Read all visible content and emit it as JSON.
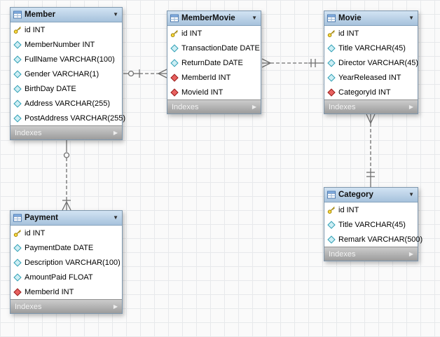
{
  "diagram": {
    "ui": {
      "collapse_arrow": "▼",
      "expand_arrow": "▶"
    },
    "colors": {
      "table_header": "#b6cfe6",
      "indexes_bar": "#a8a8a8",
      "primary_key": "#f3d22b",
      "column_diamond": "#bfe7ee",
      "foreign_key_diamond": "#e2605e",
      "relationship_line": "#6f6f6f",
      "grid_line": "#e7e9eb",
      "canvas_bg": "#fafafa"
    },
    "tables": [
      {
        "name": "Member",
        "footer": "Indexes",
        "fields": [
          {
            "label": "id INT",
            "icon": "primary-key-icon"
          },
          {
            "label": "MemberNumber INT",
            "icon": "column-icon"
          },
          {
            "label": "FullName VARCHAR(100)",
            "icon": "column-icon"
          },
          {
            "label": "Gender VARCHAR(1)",
            "icon": "column-icon"
          },
          {
            "label": "BirthDay DATE",
            "icon": "column-icon"
          },
          {
            "label": "Address VARCHAR(255)",
            "icon": "column-icon"
          },
          {
            "label": "PostAddress VARCHAR(255)",
            "icon": "column-icon"
          }
        ]
      },
      {
        "name": "MemberMovie",
        "footer": "Indexes",
        "fields": [
          {
            "label": "id INT",
            "icon": "primary-key-icon"
          },
          {
            "label": "TransactionDate DATE",
            "icon": "column-icon"
          },
          {
            "label": "ReturnDate DATE",
            "icon": "column-icon"
          },
          {
            "label": "MemberId INT",
            "icon": "foreign-key-icon"
          },
          {
            "label": "MovieId INT",
            "icon": "foreign-key-icon"
          }
        ]
      },
      {
        "name": "Movie",
        "footer": "Indexes",
        "fields": [
          {
            "label": "id INT",
            "icon": "primary-key-icon"
          },
          {
            "label": "Title VARCHAR(45)",
            "icon": "column-icon"
          },
          {
            "label": "Director VARCHAR(45)",
            "icon": "column-icon"
          },
          {
            "label": "YearReleased INT",
            "icon": "column-icon"
          },
          {
            "label": "CategoryId INT",
            "icon": "foreign-key-icon"
          }
        ]
      },
      {
        "name": "Category",
        "footer": "Indexes",
        "fields": [
          {
            "label": "id INT",
            "icon": "primary-key-icon"
          },
          {
            "label": "Title VARCHAR(45)",
            "icon": "column-icon"
          },
          {
            "label": "Remark VARCHAR(500)",
            "icon": "column-icon"
          }
        ]
      },
      {
        "name": "Payment",
        "footer": "Indexes",
        "fields": [
          {
            "label": "id INT",
            "icon": "primary-key-icon"
          },
          {
            "label": "PaymentDate DATE",
            "icon": "column-icon"
          },
          {
            "label": "Description VARCHAR(100)",
            "icon": "column-icon"
          },
          {
            "label": "AmountPaid FLOAT",
            "icon": "column-icon"
          },
          {
            "label": "MemberId INT",
            "icon": "foreign-key-icon"
          }
        ]
      }
    ],
    "relationships": [
      {
        "name": "Member-MemberMovie",
        "from_table": "Member",
        "to_table": "MemberMovie",
        "from_cardinality": "one (optional, circle + bar)",
        "to_cardinality": "many (crow's foot)",
        "line": "dashed (non-identifying)"
      },
      {
        "name": "Movie-MemberMovie",
        "from_table": "Movie",
        "to_table": "MemberMovie",
        "from_cardinality": "one (double bar)",
        "to_cardinality": "many (crow's foot)",
        "line": "dashed (non-identifying)"
      },
      {
        "name": "Category-Movie",
        "from_table": "Category",
        "to_table": "Movie",
        "from_cardinality": "one (double bar)",
        "to_cardinality": "many (crow's foot)",
        "line": "dashed (non-identifying)"
      },
      {
        "name": "Member-Payment",
        "from_table": "Member",
        "to_table": "Payment",
        "from_cardinality": "one (optional, circle)",
        "to_cardinality": "many (crow's foot + bar)",
        "line": "dashed (non-identifying)"
      }
    ]
  }
}
